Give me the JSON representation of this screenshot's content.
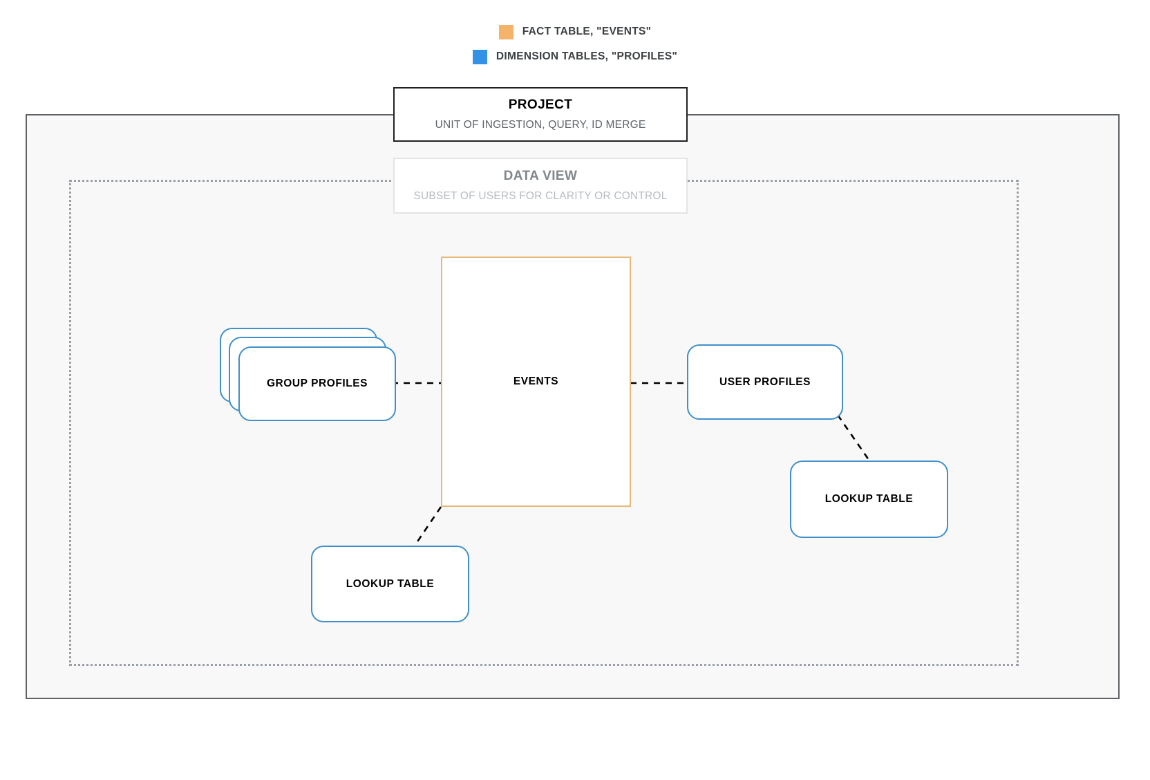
{
  "legend": {
    "items": [
      {
        "label": "FACT TABLE, \"EVENTS\"",
        "color": "#f5b36a",
        "swatch_name": "legend-swatch-fact"
      },
      {
        "label": "DIMENSION TABLES, \"PROFILES\"",
        "color": "#3392e8",
        "swatch_name": "legend-swatch-dimension"
      }
    ]
  },
  "project": {
    "title": "PROJECT",
    "subtitle": "UNIT OF INGESTION, QUERY, ID MERGE",
    "border_color": "#202124"
  },
  "data_view": {
    "title": "DATA VIEW",
    "subtitle": "SUBSET OF USERS FOR CLARITY OR CONTROL",
    "border_color": "#e3e4e6"
  },
  "nodes": {
    "events": {
      "label": "EVENTS",
      "color": "#e8b878",
      "type": "fact-table"
    },
    "group_profiles": {
      "label": "GROUP PROFILES",
      "color": "#3f8fcb",
      "type": "dimension-table-stack",
      "stack_count": 3
    },
    "user_profiles": {
      "label": "USER PROFILES",
      "color": "#3f8fcb",
      "type": "dimension-table"
    },
    "lookup_table_right": {
      "label": "LOOKUP TABLE",
      "color": "#3f8fcb",
      "type": "dimension-table"
    },
    "lookup_table_left": {
      "label": "LOOKUP TABLE",
      "color": "#3f8fcb",
      "type": "dimension-table"
    }
  },
  "connectors": [
    {
      "name": "group-profiles-to-events",
      "from": "group_profiles",
      "to": "events",
      "style": "dashed"
    },
    {
      "name": "events-to-user-profiles",
      "from": "events",
      "to": "user_profiles",
      "style": "dashed"
    },
    {
      "name": "user-profiles-to-lookup-right",
      "from": "user_profiles",
      "to": "lookup_table_right",
      "style": "dashed"
    },
    {
      "name": "events-to-lookup-left",
      "from": "events",
      "to": "lookup_table_left",
      "style": "dashed"
    }
  ],
  "colors": {
    "canvas": "#ffffff",
    "project_fill": "#f8f8f8",
    "project_border": "#5f6368",
    "dataview_border": "#9aa0a6",
    "connector": "#000000"
  }
}
